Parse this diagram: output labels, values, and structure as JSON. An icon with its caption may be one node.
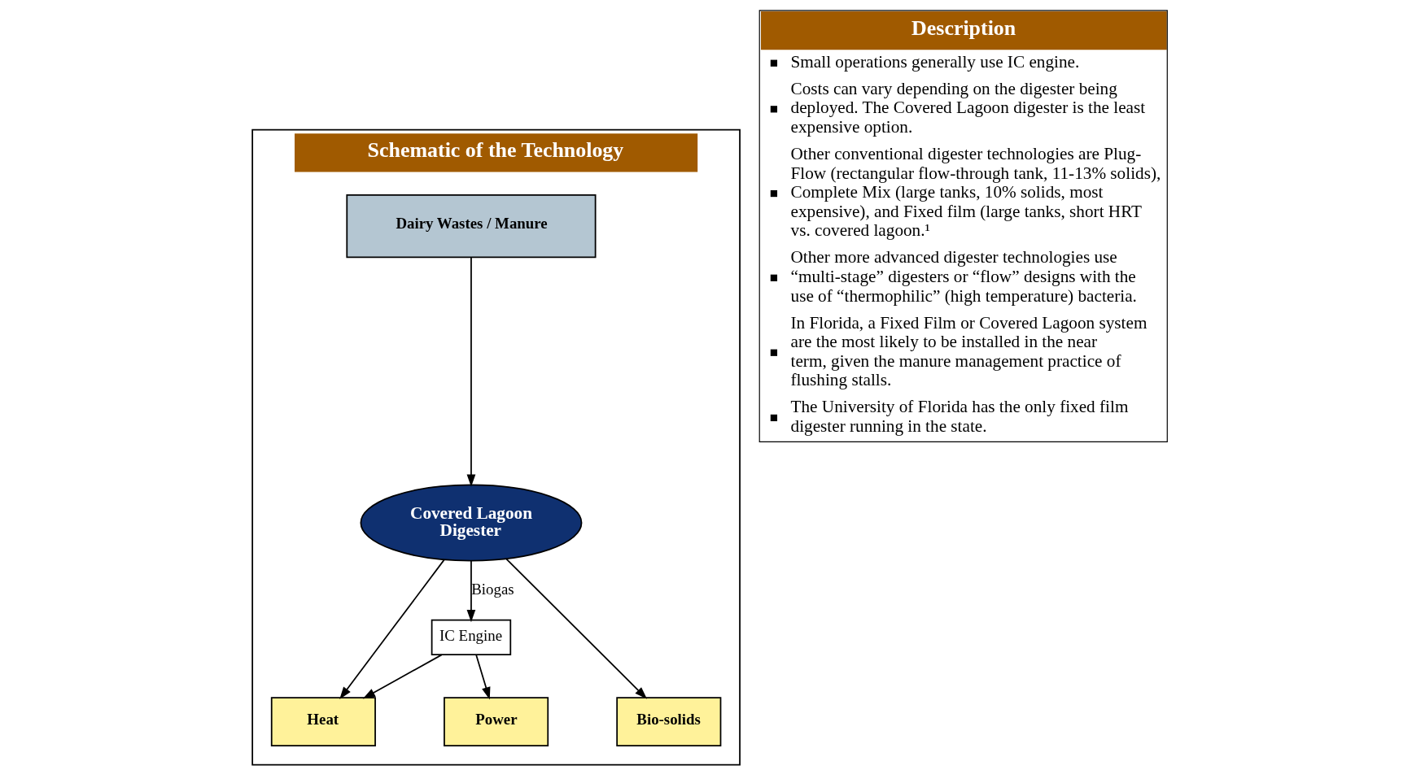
{
  "diagram": {
    "nodes": [
      {
        "text": [
          "Schematic of the Technology"
        ]
      },
      {
        "text": [
          "Dairy Wastes / Manure"
        ],
        "in": 0
      },
      {
        "text": [
          "Covered Lagoon Digester"
        ],
        "in": 0
      },
      {
        "text": [
          "IC Engine"
        ],
        "in": 0
      },
      {
        "text": [
          "Heat"
        ],
        "in": 0
      },
      {
        "text": [
          "Power"
        ],
        "in": 0
      },
      {
        "text": [
          "Bio-solids"
        ],
        "in": 0
      },
      {
        "text": [
          "Description",
          "Small operations generally use IC engine.",
          "Costs can vary depending on the digester being deployed. The Covered Lagoon digester is the least expensive option.",
          "Other conventional digester technologies are Plug-Flow (rectangular flow-through tank, 11-13% solids), Complete Mix (large tanks, 10% solids, most expensive), and Fixed film (large tanks, short HRT vs. covered lagoon.¹",
          "Other more advanced digester technologies use “multi-stage” digesters or “flow” designs with the use of “thermophilic” (high temperature) bacteria.",
          "In Florida, a Fixed Film or Covered Lagoon system are the most likely to be installed in the near term, given the manure management practice of flushing stalls.",
          "The University of Florida has the only fixed film digester running in the state."
        ]
      }
    ],
    "edges": [
      {
        "from": 1,
        "to": 2,
        "arrow": "to"
      },
      {
        "from": 2,
        "to": 3,
        "arrow": "to",
        "label": "Biogas"
      },
      {
        "from": 2,
        "to": 4,
        "arrow": "to"
      },
      {
        "from": 3,
        "to": 4,
        "arrow": "to"
      },
      {
        "from": 3,
        "to": 5,
        "arrow": "to"
      },
      {
        "from": 2,
        "to": 6,
        "arrow": "to"
      }
    ]
  }
}
